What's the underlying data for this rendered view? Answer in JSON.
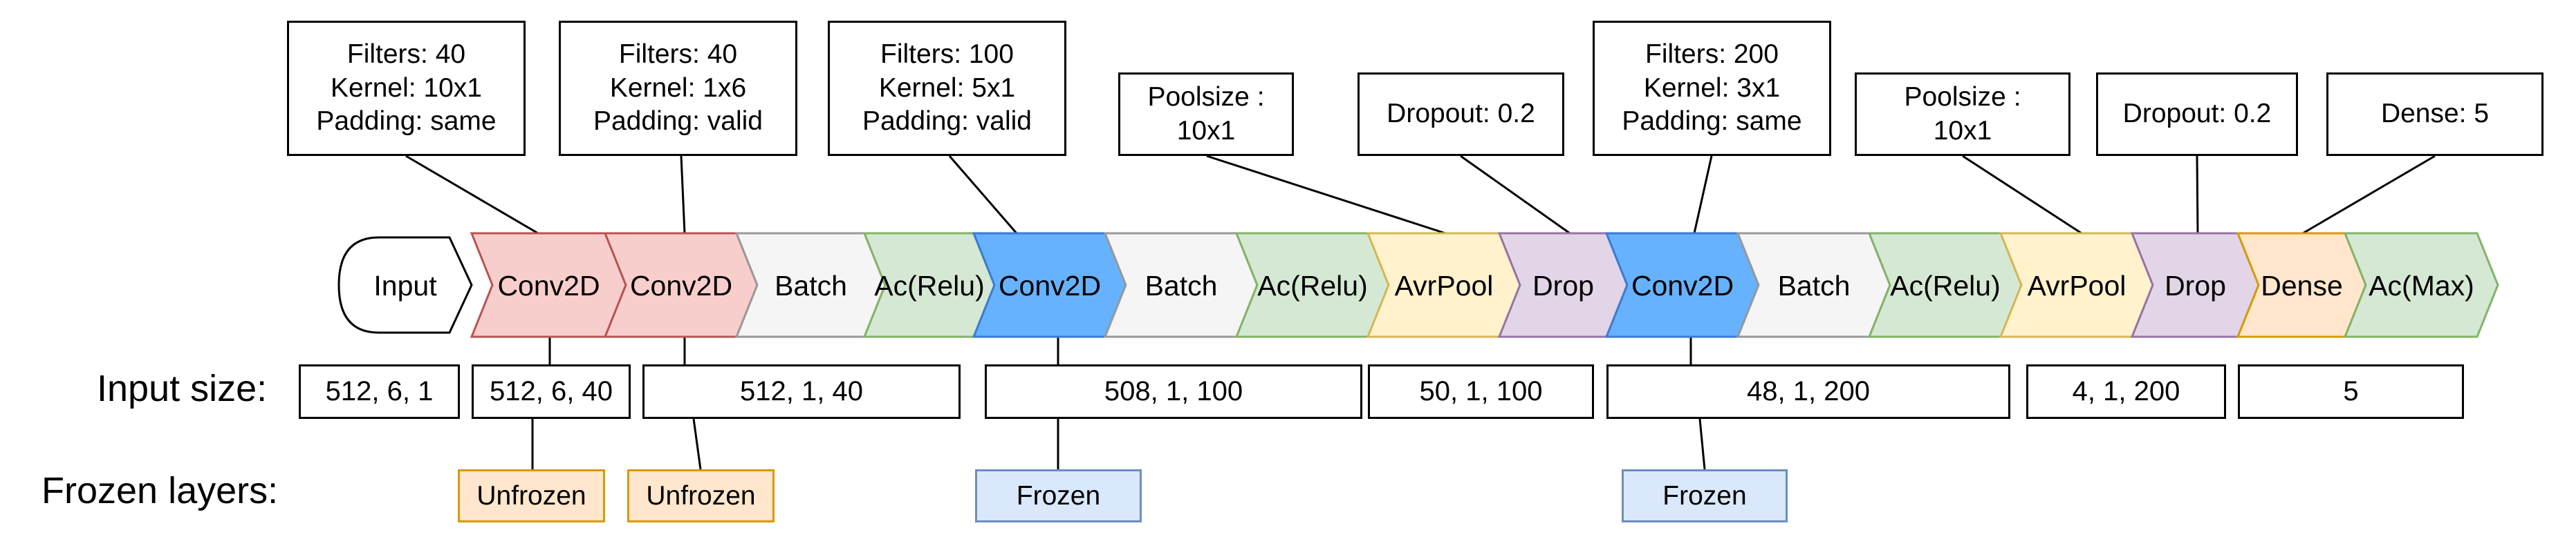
{
  "input_block": "Input",
  "layers": [
    {
      "label": "Conv2D",
      "type": "conv-red"
    },
    {
      "label": "Conv2D",
      "type": "conv-red"
    },
    {
      "label": "Batch",
      "type": "batch"
    },
    {
      "label": "Ac(Relu)",
      "type": "activation"
    },
    {
      "label": "Conv2D",
      "type": "conv-blue"
    },
    {
      "label": "Batch",
      "type": "batch"
    },
    {
      "label": "Ac(Relu)",
      "type": "activation"
    },
    {
      "label": "AvrPool",
      "type": "pool"
    },
    {
      "label": "Drop",
      "type": "dropout"
    },
    {
      "label": "Conv2D",
      "type": "conv-blue"
    },
    {
      "label": "Batch",
      "type": "batch"
    },
    {
      "label": "Ac(Relu)",
      "type": "activation"
    },
    {
      "label": "AvrPool",
      "type": "pool"
    },
    {
      "label": "Drop",
      "type": "dropout"
    },
    {
      "label": "Dense",
      "type": "dense"
    },
    {
      "label": "Ac(Max)",
      "type": "activation"
    }
  ],
  "params": [
    {
      "lines": [
        "Filters: 40",
        "Kernel: 10x1",
        "Padding: same"
      ]
    },
    {
      "lines": [
        "Filters: 40",
        "Kernel: 1x6",
        "Padding: valid"
      ]
    },
    {
      "lines": [
        "Filters: 100",
        "Kernel: 5x1",
        "Padding: valid"
      ]
    },
    {
      "lines": [
        "Poolsize :",
        "10x1"
      ]
    },
    {
      "lines": [
        "Dropout: 0.2"
      ]
    },
    {
      "lines": [
        "Filters: 200",
        "Kernel: 3x1",
        "Padding: same"
      ]
    },
    {
      "lines": [
        "Poolsize :",
        "10x1"
      ]
    },
    {
      "lines": [
        "Dropout: 0.2"
      ]
    },
    {
      "lines": [
        "Dense: 5"
      ]
    }
  ],
  "input_size_label": "Input size:",
  "input_sizes": [
    "512, 6, 1",
    "512, 6, 40",
    "512, 1, 40",
    "508, 1, 100",
    "50, 1, 100",
    "48, 1, 200",
    "4, 1, 200",
    "5"
  ],
  "frozen_label": "Frozen layers:",
  "frozen": [
    "Unfrozen",
    "Unfrozen",
    "Frozen",
    "Frozen"
  ],
  "colors": {
    "conv-red": {
      "fill": "#f8cecc",
      "stroke": "#b85450"
    },
    "conv-blue": {
      "fill": "#66b2ff",
      "stroke": "#3a7bd5"
    },
    "batch": {
      "fill": "#f5f5f5",
      "stroke": "#999999"
    },
    "activation": {
      "fill": "#d5e8d4",
      "stroke": "#82b366"
    },
    "pool": {
      "fill": "#fff2cc",
      "stroke": "#d6b656"
    },
    "dropout": {
      "fill": "#e1d5e7",
      "stroke": "#9673a6"
    },
    "dense": {
      "fill": "#ffe6cc",
      "stroke": "#d79b00"
    },
    "unfrozen": {
      "fill": "#ffe6cc",
      "stroke": "#d79b00"
    },
    "frozen": {
      "fill": "#dae8fc",
      "stroke": "#6c8ebf"
    }
  }
}
